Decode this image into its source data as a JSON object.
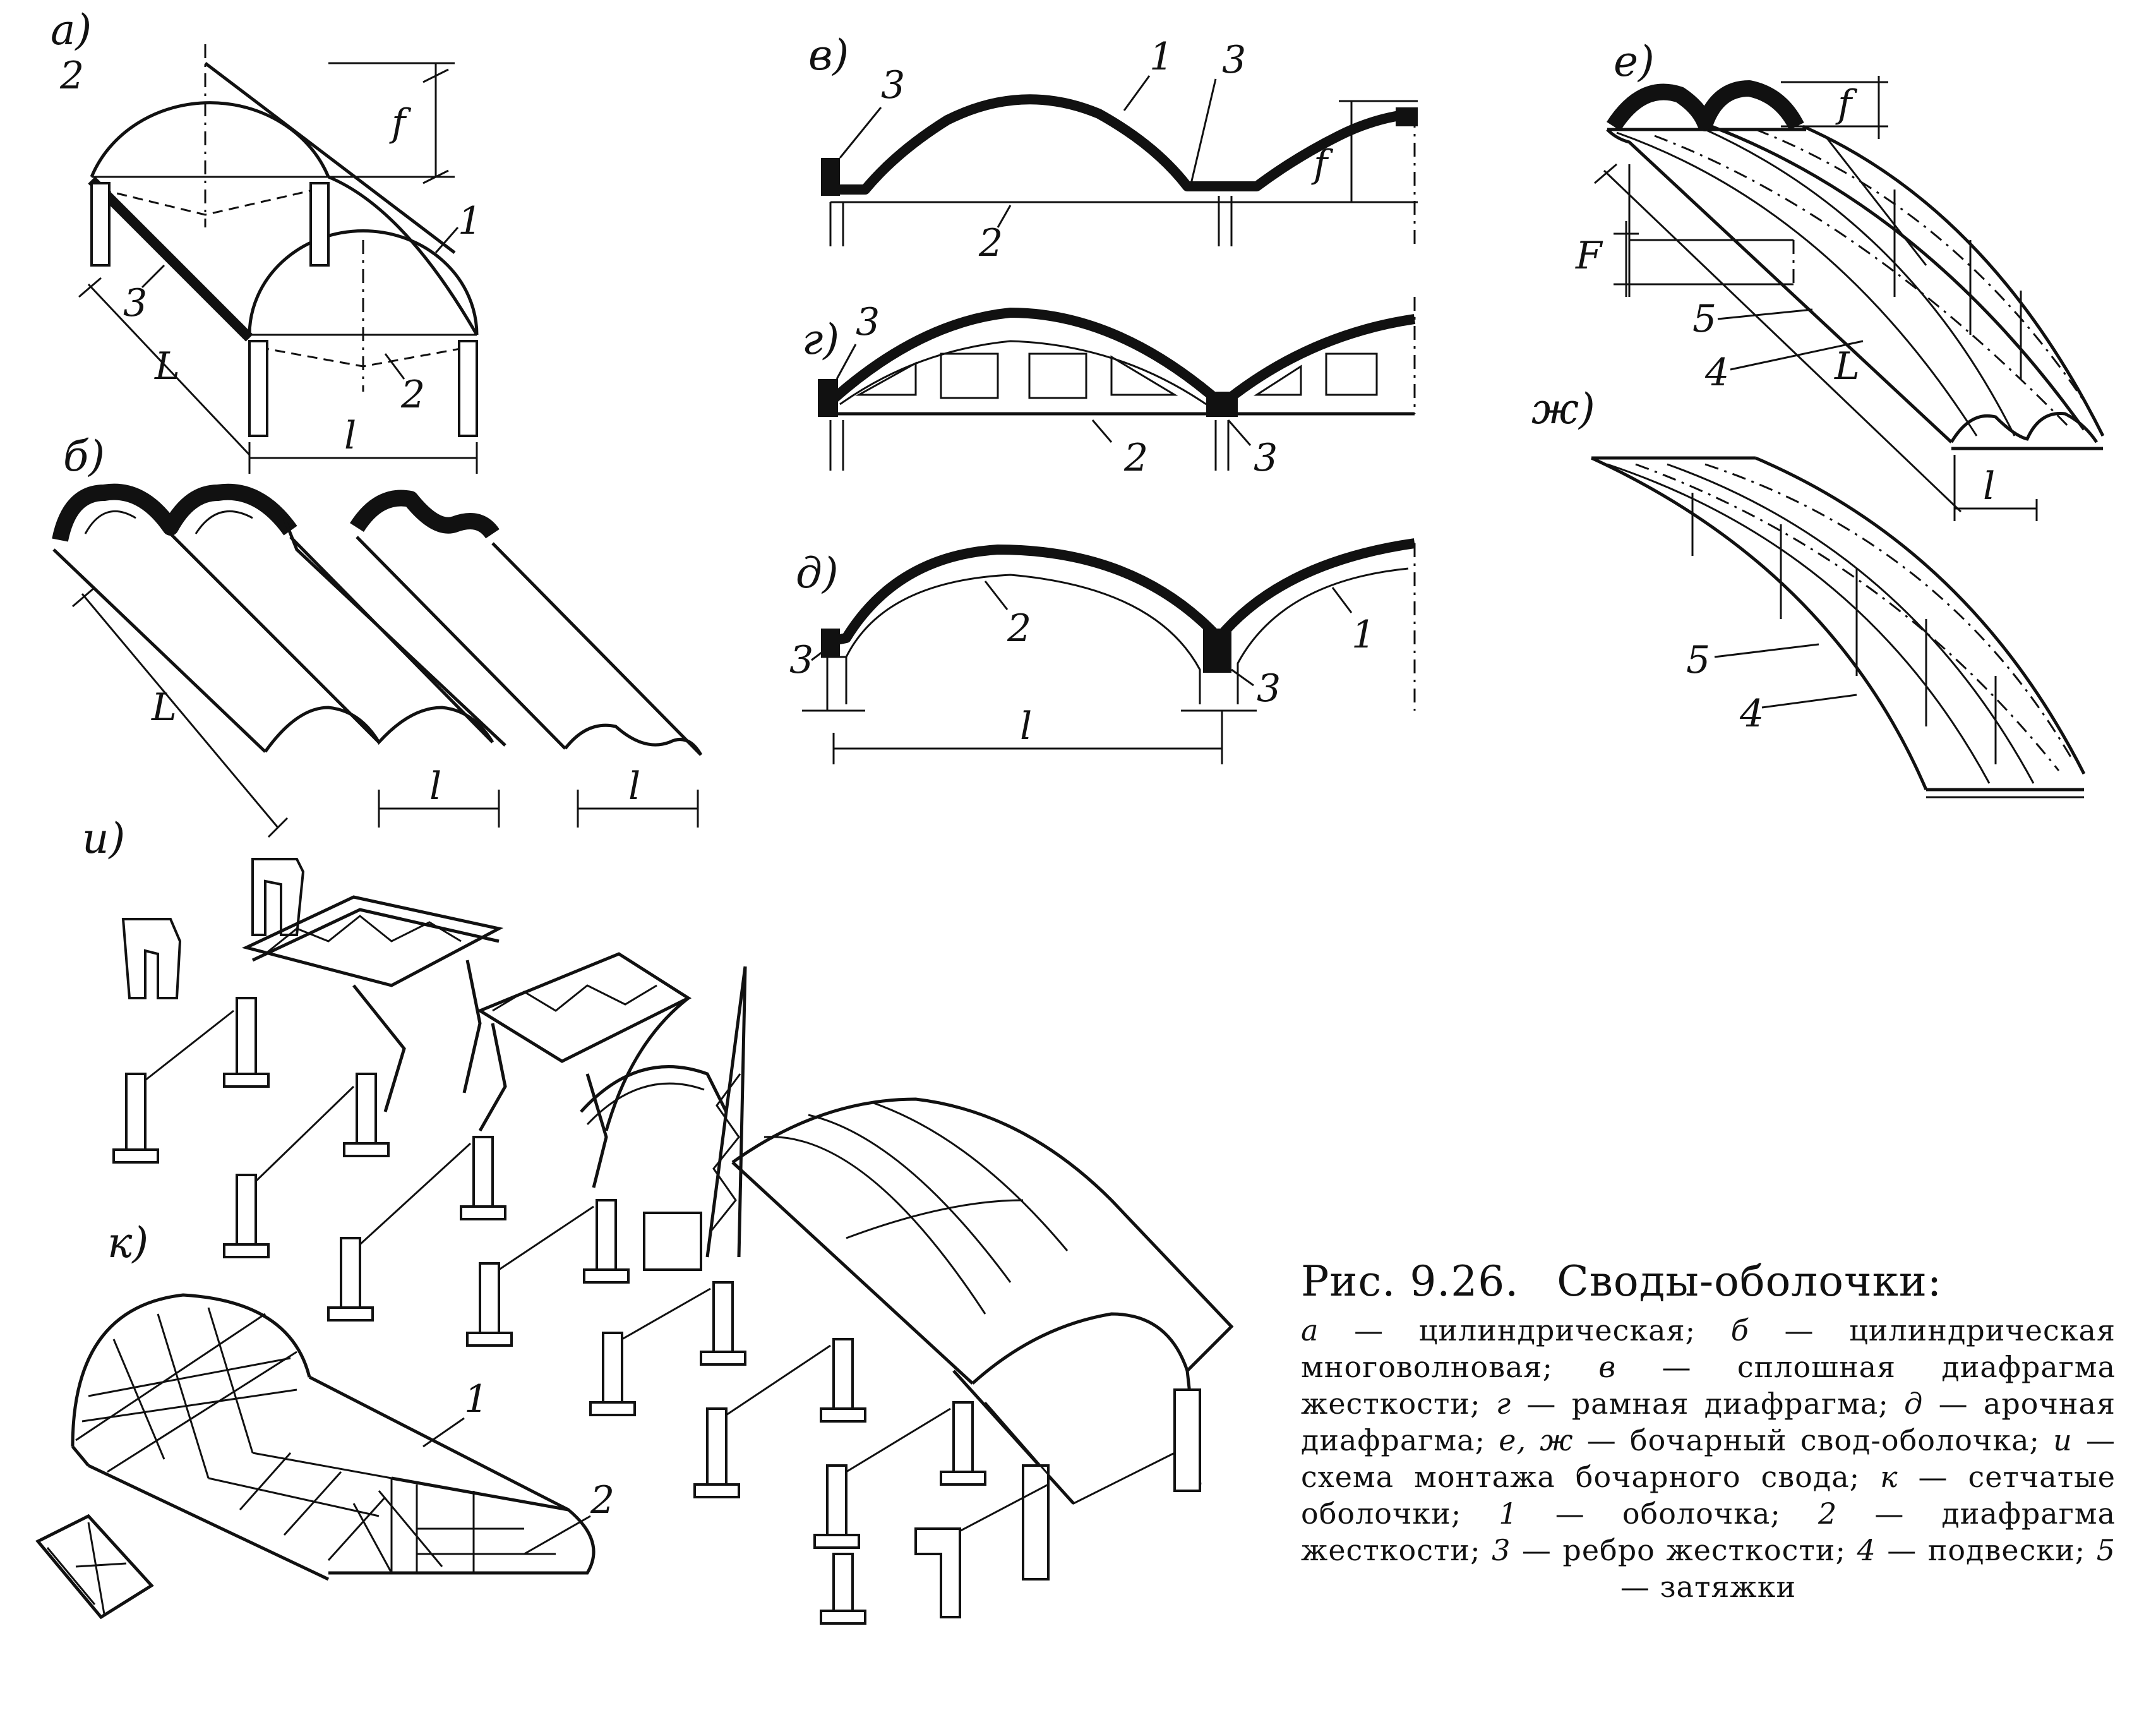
{
  "figure": {
    "number": "Рис. 9.26.",
    "title": "Своды-оболочки:",
    "legend": [
      {
        "key": "а",
        "text": "цилиндрическая;"
      },
      {
        "key": "б",
        "text": "цилиндрическая многоволновая;"
      },
      {
        "key": "в",
        "text": "сплошная диафрагма жесткости;"
      },
      {
        "key": "г",
        "text": "рамная диафрагма;"
      },
      {
        "key": "д",
        "text": "арочная диафрагма;"
      },
      {
        "key": "е, ж",
        "text": "бочарный свод-оболочка;"
      },
      {
        "key": "и",
        "text": "схема монтажа бочарного свода;"
      },
      {
        "key": "к",
        "text": "сетчатые оболочки;"
      },
      {
        "key": "1",
        "text": "оболочка;"
      },
      {
        "key": "2",
        "text": "диафрагма жесткости;"
      },
      {
        "key": "3",
        "text": "ребро жесткости;"
      },
      {
        "key": "4",
        "text": "подвески;"
      },
      {
        "key": "5",
        "text": "затяжки"
      }
    ]
  },
  "panels": {
    "a": "а)",
    "b": "б)",
    "v": "в)",
    "g": "г)",
    "d": "д)",
    "e": "е)",
    "zh": "ж)",
    "i": "и)",
    "k": "к)"
  },
  "callouts": {
    "n1": "1",
    "n2": "2",
    "n3": "3",
    "n4": "4",
    "n5": "5",
    "f": "f",
    "F": "F",
    "L": "L",
    "l": "l"
  }
}
